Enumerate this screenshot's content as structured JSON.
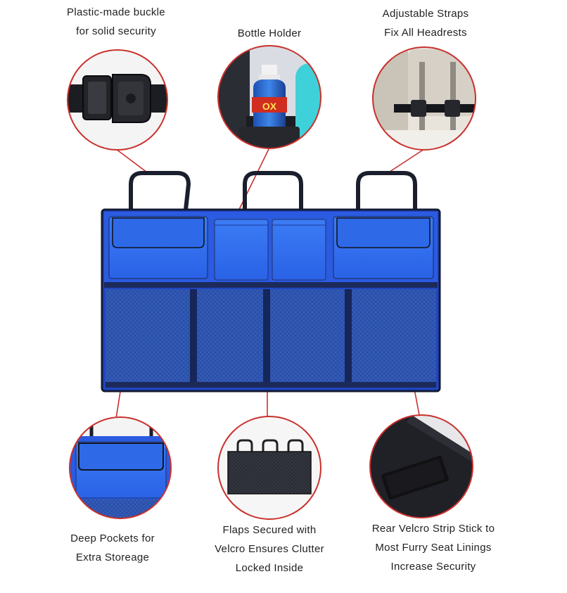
{
  "callouts": {
    "buckle": {
      "line1": "Plastic-made buckle",
      "line2": "for solid security"
    },
    "bottle": {
      "line1": "Bottle Holder",
      "label_brand": "OX"
    },
    "straps": {
      "line1": "Adjustable Straps",
      "line2": "Fix All Headrests"
    },
    "pockets": {
      "line1": "Deep Pockets for",
      "line2": "Extra Storeage"
    },
    "flaps": {
      "line1": "Flaps Secured with",
      "line2": "Velcro Ensures Clutter",
      "line3": "Locked Inside"
    },
    "velcro": {
      "line1": "Rear Velcro Strip Stick to",
      "line2": "Most Furry Seat Linings",
      "line3": "Increase Security"
    }
  },
  "colors": {
    "organizer_blue": "#1f4fd6",
    "pocket_blue": "#2a6cf0",
    "mesh_blue": "#24489c",
    "strap": "#1b1e2c",
    "callout_ring": "#c9302c",
    "leader_line": "#c9302c"
  }
}
